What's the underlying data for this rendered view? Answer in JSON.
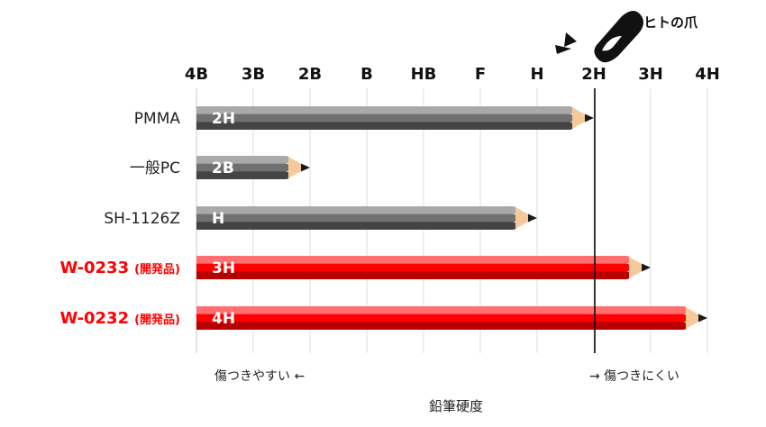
{
  "chart_data": {
    "type": "bar",
    "orientation": "horizontal",
    "xlabel": "鉛筆硬度",
    "x_ticks": [
      "4B",
      "3B",
      "2B",
      "B",
      "HB",
      "F",
      "H",
      "2H",
      "3H",
      "4H"
    ],
    "categories": [
      "PMMA",
      "一般PC",
      "SH-1126Z",
      "W-0233",
      "W-0232"
    ],
    "category_suffix": [
      "",
      "",
      "",
      "(開発品)",
      "(開発品)"
    ],
    "values": [
      "2H",
      "2B",
      "H",
      "3H",
      "4H"
    ],
    "highlight": [
      false,
      false,
      false,
      true,
      true
    ],
    "reference_line": {
      "value": "2H",
      "label": "ヒトの爪"
    },
    "annotations": {
      "left": "傷つきやすい ←",
      "right": "→ 傷つきにくい"
    },
    "grid": true,
    "colors": {
      "gray_top": "#a9a9a9",
      "gray_mid": "#707070",
      "gray_bottom": "#444444",
      "red_top": "#ff6f6f",
      "red_mid": "#ff0000",
      "red_bottom": "#b80000",
      "wood": "#f6c99a",
      "lead": "#1a1a1a",
      "grid": "#dddddd"
    }
  }
}
